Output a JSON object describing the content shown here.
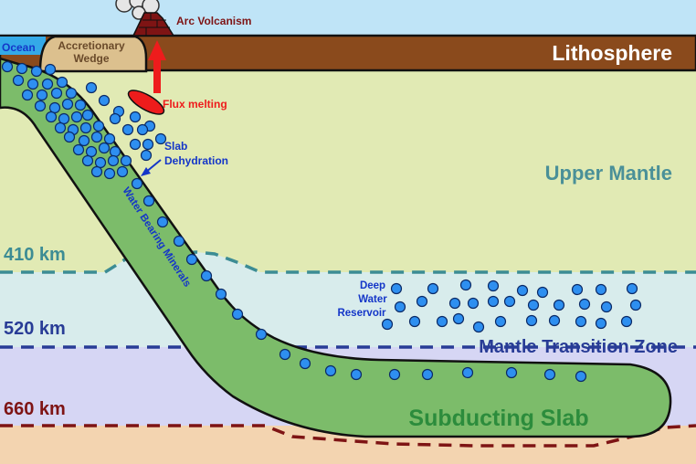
{
  "labels": {
    "arc_volcanism": "Arc Volcanism",
    "ocean": "Ocean",
    "accretionary_wedge_line1": "Accretionary",
    "accretionary_wedge_line2": "Wedge",
    "lithosphere": "Lithosphere",
    "flux_melting": "Flux melting",
    "slab_dehydration_line1": "Slab",
    "slab_dehydration_line2": "Dehydration",
    "upper_mantle": "Upper Mantle",
    "water_bearing_minerals": "Water Bearing Minerals",
    "depth_410": "410 km",
    "depth_520": "520 km",
    "depth_660": "660 km",
    "deep_water_line1": "Deep",
    "deep_water_line2": "Water",
    "deep_water_line3": "Reservoir",
    "mantle_transition_zone": "Mantle Transition Zone",
    "subducting_slab": "Subducting Slab"
  },
  "colors": {
    "sky": "#bfe4f7",
    "lithosphere": "#8a4a1c",
    "ocean": "#34a9e8",
    "wedge": "#dcc08e",
    "upper_mantle": "#e1eab4",
    "transition_upper": "#d8ecec",
    "transition_lower": "#d6d6f4",
    "lower_mantle": "#f3d4b0",
    "slab": "#7cbc6a",
    "water": "#2e8ff0",
    "melt": "#ee1c1c",
    "label_410": "#3c8c94",
    "label_520": "#283c96",
    "label_660": "#7e1414",
    "upper_mantle_text": "#4a9098",
    "transition_text": "#283c96",
    "slab_text": "#2c8c3c",
    "dehydration_text": "#1436c8",
    "volcanism_text": "#7e1414"
  }
}
